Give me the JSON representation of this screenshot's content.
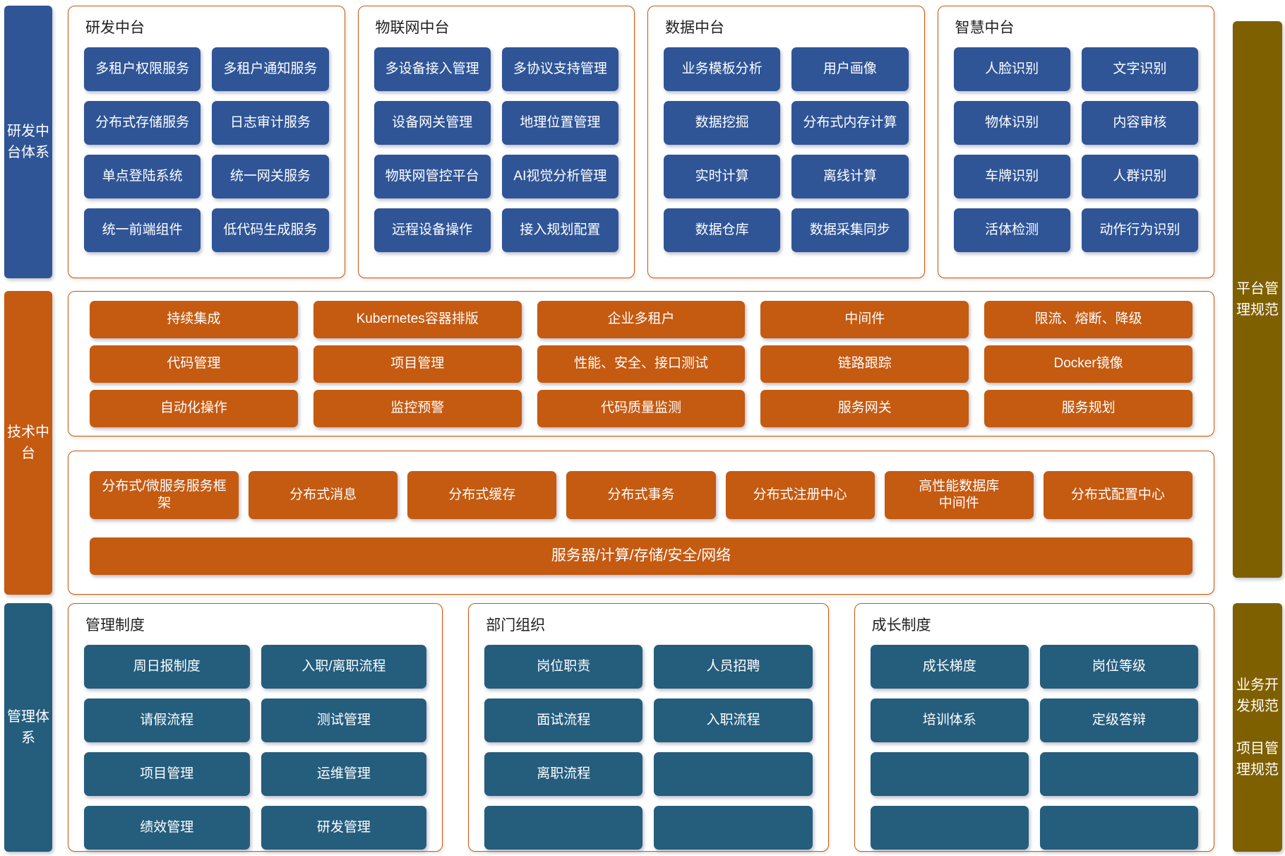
{
  "palette": {
    "blue": "#2F5597",
    "orange": "#C55A11",
    "steel_blue": "#255D7D",
    "gold": "#7F6000",
    "panel_border": "#C55A11"
  },
  "left_rail": {
    "dev": {
      "label": "研发中台体系"
    },
    "tech": {
      "label": "技术中台"
    },
    "mgmt": {
      "label": "管理体系"
    }
  },
  "right_rail": {
    "platform": {
      "label": "平台管理规范"
    },
    "biz": {
      "label": "业务开发规范"
    },
    "proj": {
      "label": "项目管理规范"
    }
  },
  "top_panels": [
    {
      "title": "研发中台",
      "buttons": [
        "多租户权限服务",
        "多租户通知服务",
        "分布式存储服务",
        "日志审计服务",
        "单点登陆系统",
        "统一网关服务",
        "统一前端组件",
        "低代码生成服务"
      ]
    },
    {
      "title": "物联网中台",
      "buttons": [
        "多设备接入管理",
        "多协议支持管理",
        "设备网关管理",
        "地理位置管理",
        "物联网管控平台",
        "AI视觉分析管理",
        "远程设备操作",
        "接入规划配置"
      ]
    },
    {
      "title": "数据中台",
      "buttons": [
        "业务模板分析",
        "用户画像",
        "数据挖掘",
        "分布式内存计算",
        "实时计算",
        "离线计算",
        "数据仓库",
        "数据采集同步"
      ]
    },
    {
      "title": "智慧中台",
      "buttons": [
        "人脸识别",
        "文字识别",
        "物体识别",
        "内容审核",
        "车牌识别",
        "人群识别",
        "活体检测",
        "动作行为识别"
      ]
    }
  ],
  "tech_platform": {
    "rows": [
      [
        "持续集成",
        "Kubernetes容器排版",
        "企业多租户",
        "中间件",
        "限流、熔断、降级"
      ],
      [
        "代码管理",
        "项目管理",
        "性能、安全、接口测试",
        "链路跟踪",
        "Docker镜像"
      ],
      [
        "自动化操作",
        "监控预警",
        "代码质量监测",
        "服务网关",
        "服务规划"
      ]
    ],
    "infra_row": [
      "分布式/微服务服务框架",
      "分布式消息",
      "分布式缓存",
      "分布式事务",
      "分布式注册中心",
      "高性能数据库\n中间件",
      "分布式配置中心"
    ],
    "infra_bar": "服务器/计算/存储/安全/网络"
  },
  "bottom_panels": [
    {
      "title": "管理制度",
      "buttons": [
        "周日报制度",
        "入职/离职流程",
        "请假流程",
        "测试管理",
        "项目管理",
        "运维管理",
        "绩效管理",
        "研发管理"
      ]
    },
    {
      "title": "部门组织",
      "buttons": [
        "岗位职责",
        "人员招聘",
        "面试流程",
        "入职流程",
        "离职流程",
        "",
        "",
        ""
      ]
    },
    {
      "title": "成长制度",
      "buttons": [
        "成长梯度",
        "岗位等级",
        "培训体系",
        "定级答辩",
        "",
        "",
        "",
        ""
      ]
    }
  ]
}
